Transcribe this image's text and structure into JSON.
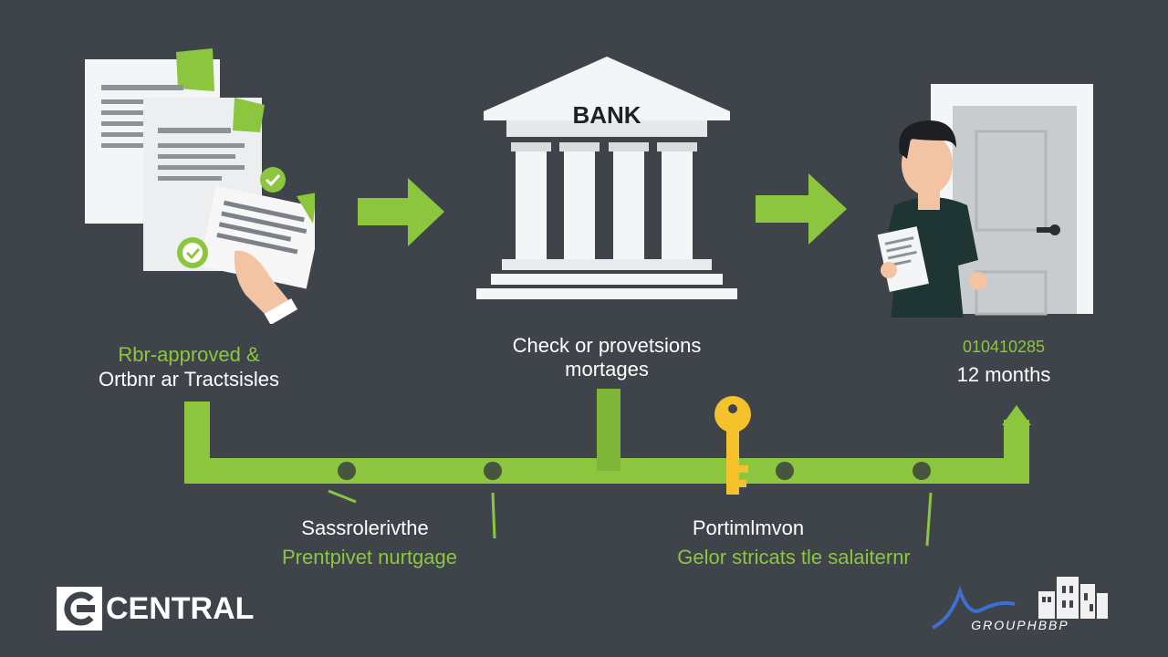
{
  "steps": [
    {
      "line1": "Rbr-approved &",
      "line2": "Ortbnr ar Tractsisles",
      "icon": "documents-icon"
    },
    {
      "building_label": "BANK",
      "line1": "Check or provetsions",
      "line2": "mortages",
      "icon": "bank-icon"
    },
    {
      "line1": "010410285",
      "line2": "12 months",
      "icon": "person-door-icon"
    }
  ],
  "lower_steps": [
    {
      "line1": "Sassrolerivthe",
      "line2": "Prentpivet nurtgage"
    },
    {
      "line1": "Portimlmvon",
      "line2": "Gelor stricats tle salaiternr"
    }
  ],
  "key_icon": "key-icon",
  "brand": {
    "left_logo_text": "CENTRAL",
    "right_logo_text": "GROUPHBBP"
  },
  "colors": {
    "background": "#3f434a",
    "accent_green": "#8cc63f",
    "key_yellow": "#f6c22b",
    "text": "#ffffff"
  }
}
